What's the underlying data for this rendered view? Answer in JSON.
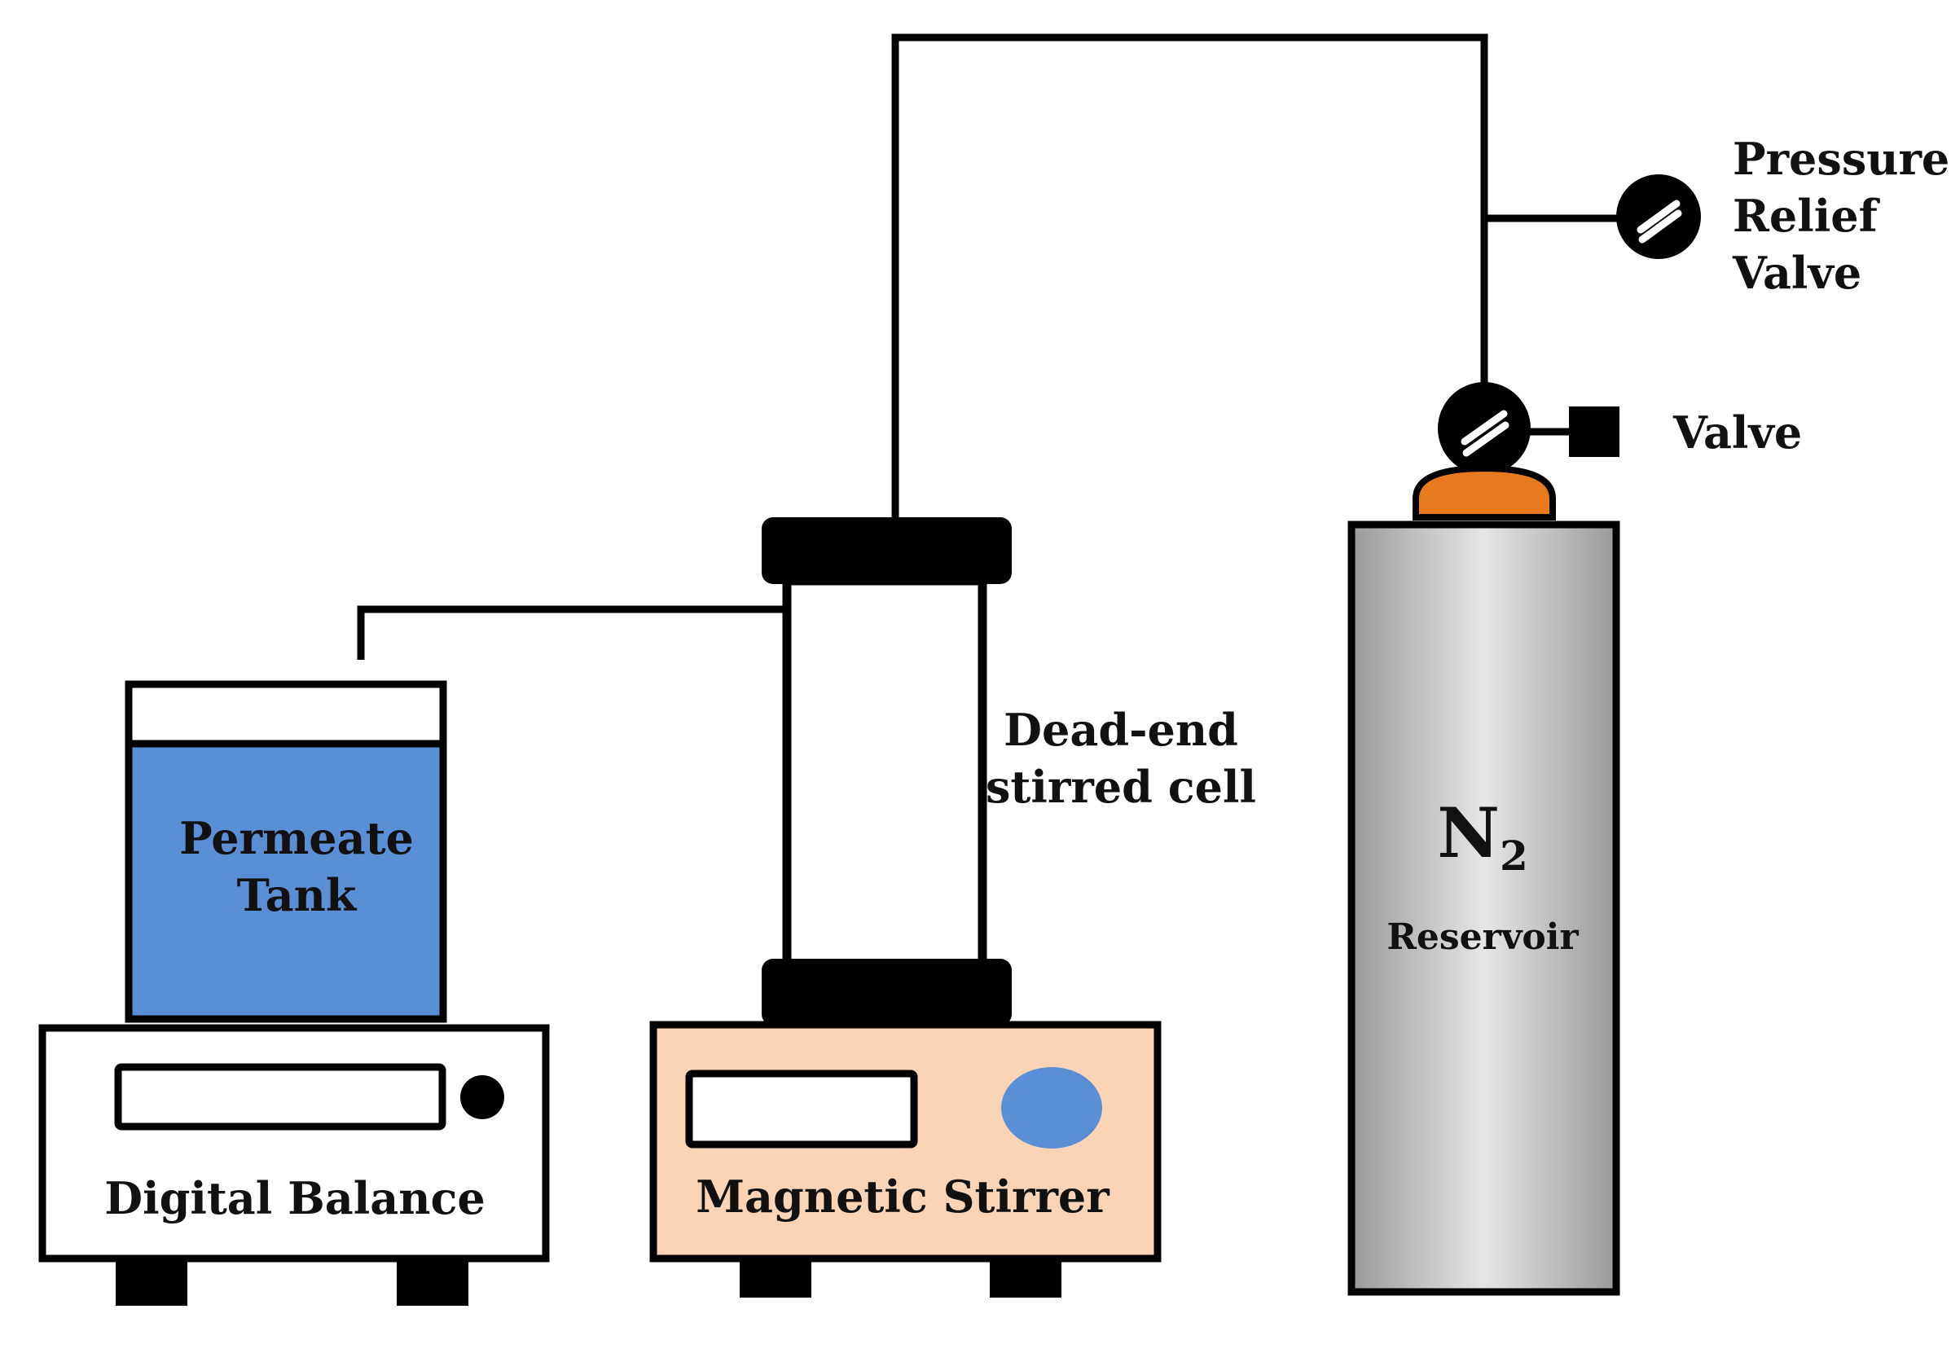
{
  "labels": {
    "pressure_relief_valve": [
      "Pressure",
      "Relief",
      "Valve"
    ],
    "valve": "Valve",
    "dead_end_cell": [
      "Dead-end",
      "stirred cell"
    ],
    "permeate_tank": [
      "Permeate",
      "Tank"
    ],
    "digital_balance": "Digital Balance",
    "magnetic_stirrer": "Magnetic Stirrer",
    "n2_main": "N",
    "n2_sub": "2",
    "reservoir": "Reservoir"
  },
  "colors": {
    "tank_water": "#5a8fd6",
    "stirrer_body": "#fbd3b5",
    "stirrer_knob": "#5a8fd6",
    "cylinder_cap": "#e87a1e",
    "cylinder_body": "#d4d4d4"
  }
}
